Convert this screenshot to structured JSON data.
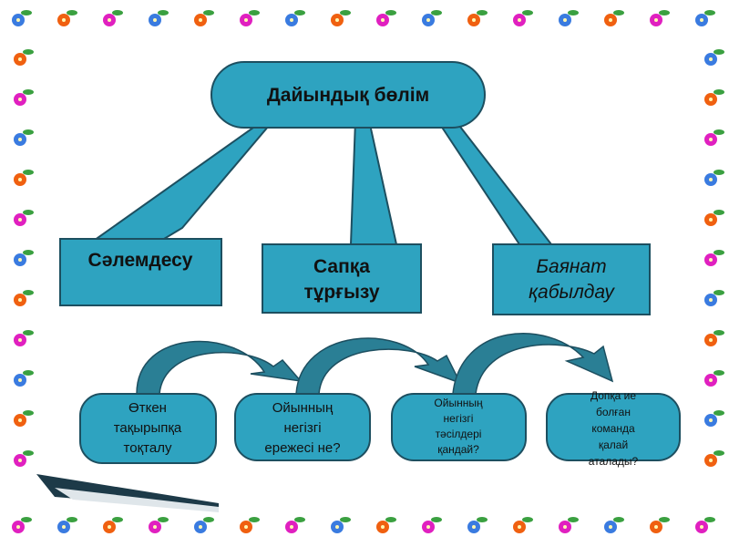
{
  "root": "Дайындық бөлім",
  "level1": [
    {
      "lines": [
        "Сәлемдесу"
      ]
    },
    {
      "lines": [
        "Сапқа",
        "тұрғызу"
      ]
    },
    {
      "lines": [
        "Баянат",
        "қабылдау"
      ]
    }
  ],
  "level2": [
    {
      "lines": [
        "Өткен",
        "тақырыпқа",
        "тоқталу"
      ]
    },
    {
      "lines": [
        "Ойынның",
        "негізгі",
        "ережесі не?"
      ]
    },
    {
      "lines": [
        "Ойынның",
        "негізгі",
        "тәсілдері",
        "қандай?"
      ]
    },
    {
      "lines": [
        "Допқа ие",
        "болған",
        "команда",
        "қалай",
        "аталады?"
      ]
    }
  ],
  "colors": {
    "box": "#2ea3c0",
    "arrow": "#2a7f95",
    "border_flowers": [
      "#3a7be0",
      "#e020c0",
      "#f06010"
    ]
  }
}
